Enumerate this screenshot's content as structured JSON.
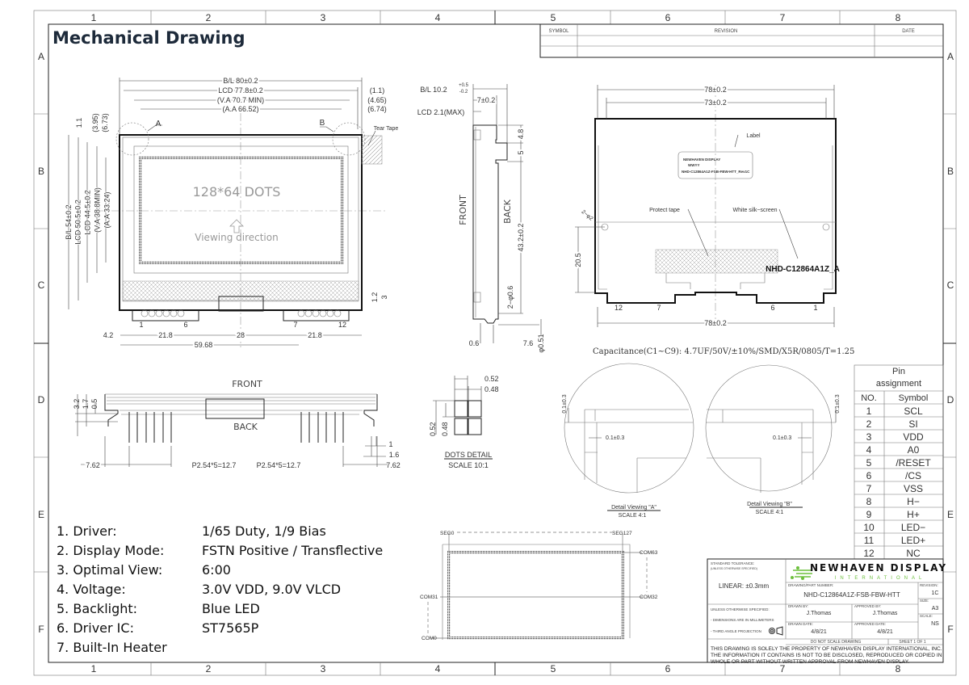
{
  "title": "Mechanical Drawing",
  "grid": {
    "columns": [
      "1",
      "2",
      "3",
      "4",
      "5",
      "6",
      "7",
      "8"
    ],
    "rows": [
      "A",
      "B",
      "C",
      "D",
      "E",
      "F"
    ]
  },
  "revision_table": {
    "symbol": "SYMBOL",
    "revision": "REVISION",
    "date": "DATE"
  },
  "front_view": {
    "bl_width": "B/L 80±0.2",
    "lcd_width": "LCD 77.8±0.2",
    "va_width": "(V.A 70.7 MIN)",
    "aa_width": "(A.A 66.52)",
    "off_lcd": "(1.1)",
    "off_va": "(4.65)",
    "off_aa": "(6.74)",
    "bl_height": "B/L 54±0.2",
    "lcd_height": "LCD 50.5±0.2",
    "lcd_height2": "LCD 44.5±0.2",
    "va_height": "(V.A 38.8MIN)",
    "aa_height": "(A.A 33.24)",
    "top_1": "1.1",
    "top_2": "(3.95)",
    "top_3": "(6.73)",
    "detail_a": "A",
    "detail_b": "B",
    "tear_tape": "Tear Tape",
    "dots": "128*64 DOTS",
    "viewing": "Viewing direction",
    "pin_labels": [
      "1",
      "6",
      "7",
      "12"
    ],
    "bottom_dims": [
      "4.2",
      "21.8",
      "28",
      "21.8",
      "59.68"
    ],
    "right_dims": [
      "1.2",
      "3"
    ]
  },
  "side_view": {
    "bl_thick": "B/L 10.2",
    "bl_tol_plus": "+0.5",
    "bl_tol_minus": "-0.2",
    "depth": "7±0.2",
    "lcd": "LCD 2.1(MAX)",
    "front": "FRONT",
    "back": "BACK",
    "dims": [
      "4.8",
      "5",
      "43.2±0.2",
      "2−φ0.6"
    ],
    "bottom": [
      "0.6",
      "7.6",
      "φ0.51"
    ]
  },
  "back_view": {
    "w1": "78±0.2",
    "w2": "73±0.2",
    "w3": "78±0.2",
    "label": "Label",
    "label_lines": [
      "NEWHAVEN DISPLAY",
      "WWYY",
      "NHD-C12864A1Z-FSB-FBW-HTT_Rev1C"
    ],
    "protect_tape": "Protect tape",
    "silk": "White silk−screen",
    "silk_text": "NHD-C12864A1Z_A",
    "holes": "2−φ2",
    "h": "20.5",
    "pins": [
      "12",
      "7",
      "6",
      "1"
    ],
    "capacitance": "Capacitance(C1~C9): 4.7UF/50V/±10%/SMD/X5R/0805/T=1.25"
  },
  "bottom_view": {
    "front": "FRONT",
    "back": "BACK",
    "left_dims": [
      "3.2",
      "1.7",
      "0.5"
    ],
    "dims": [
      "7.62",
      "P2.54*5=12.7",
      "P2.54*5=12.7",
      "7.62",
      "1",
      "1.6"
    ]
  },
  "dots_detail": {
    "dims": [
      "0.52",
      "0.48",
      "0.52",
      "0.48"
    ],
    "title": "DOTS DETAIL",
    "scale": "SCALE 10:1"
  },
  "segment_map": {
    "seg0": "SEG0",
    "seg127": "SEG127",
    "com63": "COM63",
    "com32": "COM32",
    "com31": "COM31",
    "com0": "COM0"
  },
  "detail_a": {
    "dim1": "0.1±0.3",
    "dim2": "0.1±0.3",
    "title": "Detail Viewing \"A\"",
    "scale": "SCALE 4:1"
  },
  "detail_b": {
    "dim1": "0.1±0.3",
    "dim2": "0.1±0.3",
    "title": "Detail Viewing \"B\"",
    "scale": "SCALE 4:1"
  },
  "pin_assignment": {
    "title1": "Pin",
    "title2": "assignment",
    "headers": [
      "NO.",
      "Symbol"
    ],
    "rows": [
      {
        "no": "1",
        "symbol": "SCL"
      },
      {
        "no": "2",
        "symbol": "SI"
      },
      {
        "no": "3",
        "symbol": "VDD"
      },
      {
        "no": "4",
        "symbol": "A0"
      },
      {
        "no": "5",
        "symbol": "/RESET"
      },
      {
        "no": "6",
        "symbol": "/CS"
      },
      {
        "no": "7",
        "symbol": "VSS"
      },
      {
        "no": "8",
        "symbol": "H−"
      },
      {
        "no": "9",
        "symbol": "H+"
      },
      {
        "no": "10",
        "symbol": "LED−"
      },
      {
        "no": "11",
        "symbol": "LED+"
      },
      {
        "no": "12",
        "symbol": "NC"
      }
    ]
  },
  "specs": [
    {
      "label": "1. Driver:",
      "value": "1/65  Duty, 1/9 Bias"
    },
    {
      "label": "2. Display Mode:",
      "value": "FSTN Positive / Transflective"
    },
    {
      "label": "3. Optimal View:",
      "value": "6:00"
    },
    {
      "label": "4. Voltage:",
      "value": "3.0V VDD, 9.0V VLCD"
    },
    {
      "label": "5. Backlight:",
      "value": "Blue LED"
    },
    {
      "label": "6. Driver IC:",
      "value": "ST7565P"
    },
    {
      "label": "7. Built-In Heater",
      "value": ""
    }
  ],
  "title_block": {
    "tolerance_label": "STANDARD TOLERANCE:",
    "tolerance_sub": "(UNLESS OTHERWISE SPECIFIED)",
    "linear": "LINEAR:   ±0.3mm",
    "brand": "NEWHAVEN DISPLAY",
    "brand_sub": "INTERNATIONAL",
    "brand_color": "#6cbf3c",
    "part_label": "DRAWING/PART NUMBER:",
    "part_number": "NHD-C12864A1Z-FSB-FBW-HTT",
    "revision_label": "REVISION:",
    "revision": "1C",
    "size_label": "SIZE:",
    "size": "A3",
    "scale_label": "SCALE:",
    "scale": "NS",
    "unless": "UNLESS OTHERWISE SPECIFIED:",
    "mm": "- DIMENSIONS ARE IN MILLIMETERS",
    "projection": "- THIRD ANGLE PROJECTION",
    "drawn_by_label": "DRAWN BY:",
    "drawn_by": "J.Thomas",
    "approved_by_label": "APPROVED BY:",
    "approved_by": "J.Thomas",
    "drawn_date_label": "DRAWN DATE:",
    "drawn_date": "4/8/21",
    "approved_date_label": "APPROVED DATE:",
    "approved_date": "4/8/21",
    "no_scale": "DO NOT SCALE DRAWING",
    "sheet": "SHEET 1 OF 1",
    "disclaimer": [
      "THIS DRAWING IS SOLELY THE PROPERTY OF NEWHAVEN DISPLAY INTERNATIONAL, INC.",
      "THE INFORMATION IT CONTAINS IS NOT TO BE DISCLOSED, REPRODUCED OR COPIED IN",
      "WHOLE OR PART WITHOUT WRITTEN APPROVAL FROM NEWHAVEN DISPLAY."
    ]
  }
}
